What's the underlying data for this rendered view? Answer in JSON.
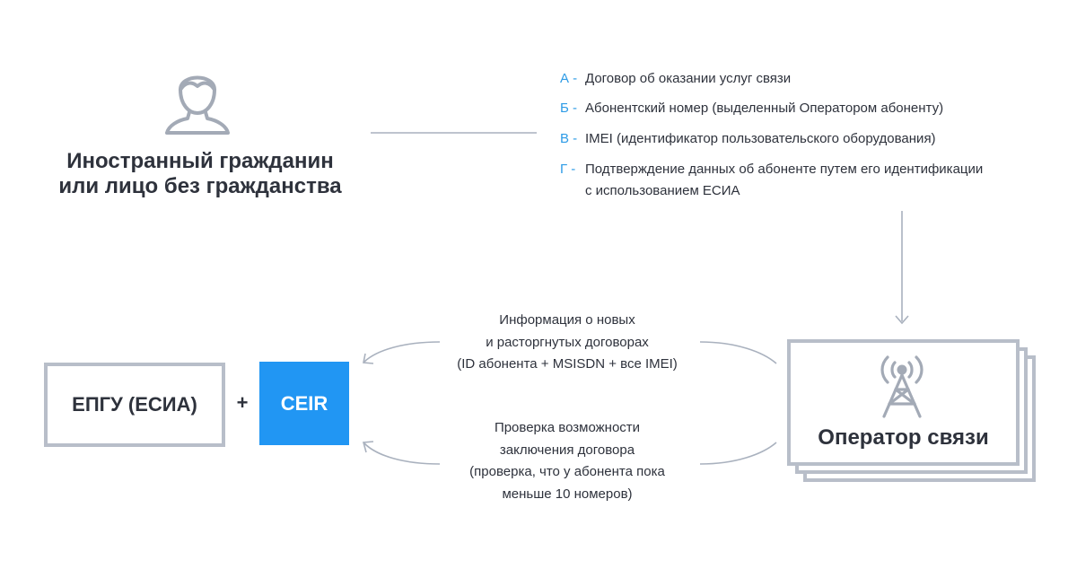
{
  "person": {
    "title_line1": "Иностранный гражданин",
    "title_line2": "или лицо без гражданства"
  },
  "legend": [
    {
      "letter": "А -",
      "text": "Договор об оказании услуг связи"
    },
    {
      "letter": "Б -",
      "text": "Абонентский номер (выделенный Оператором абоненту)"
    },
    {
      "letter": "В -",
      "text": "IMEI (идентификатор пользовательского оборудования)"
    },
    {
      "letter": "Г -",
      "text_line1": "Подтверждение данных об абоненте путем его идентификации",
      "text_line2": "с использованием ЕСИА"
    }
  ],
  "epgu": {
    "label": "ЕПГУ (ЕСИА)"
  },
  "plus": "+",
  "ceir": {
    "label": "CEIR"
  },
  "operator": {
    "label": "Оператор связи"
  },
  "flow_top": {
    "line1": "Информация о новых",
    "line2": "и расторгнутых договорах",
    "line3": "(ID абонента + MSISDN + все IMEI)"
  },
  "flow_bottom": {
    "line1": "Проверка возможности",
    "line2": "заключения договора",
    "line3": "(проверка, что у абонента пока",
    "line4": "меньше 10 номеров)"
  },
  "colors": {
    "accent": "#2196f3",
    "letter": "#2d9be6",
    "border": "#b8bec9",
    "line": "#a9b1be",
    "text": "#2e323c"
  },
  "icons": {
    "person": "person-icon",
    "tower": "radio-tower-icon"
  }
}
